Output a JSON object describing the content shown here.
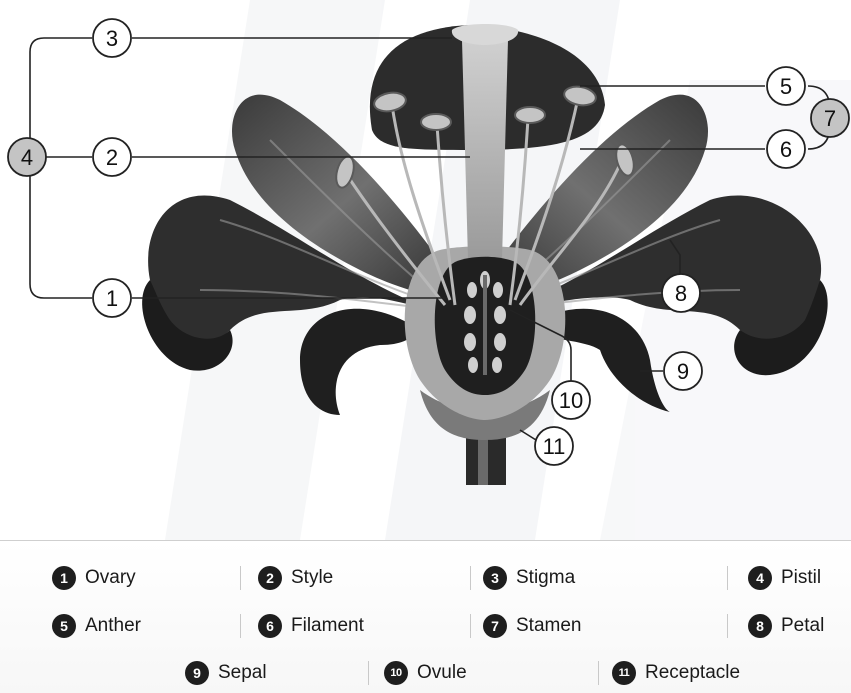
{
  "callouts": {
    "c1": "1",
    "c2": "2",
    "c3": "3",
    "c4": "4",
    "c5": "5",
    "c6": "6",
    "c7": "7",
    "c8": "8",
    "c9": "9",
    "c10": "10",
    "c11": "11"
  },
  "legend": [
    {
      "num": "1",
      "label": "Ovary"
    },
    {
      "num": "2",
      "label": "Style"
    },
    {
      "num": "3",
      "label": "Stigma"
    },
    {
      "num": "4",
      "label": "Pistil"
    },
    {
      "num": "5",
      "label": "Anther"
    },
    {
      "num": "6",
      "label": "Filament"
    },
    {
      "num": "7",
      "label": "Stamen"
    },
    {
      "num": "8",
      "label": "Petal"
    },
    {
      "num": "9",
      "label": "Sepal"
    },
    {
      "num": "10",
      "label": "Ovule"
    },
    {
      "num": "11",
      "label": "Receptacle"
    }
  ],
  "colors": {
    "petal_dark": "#2e2e2e",
    "petal_mid": "#5a5a5a",
    "petal_light": "#8e8e8e",
    "pistil": "#b5b5b5",
    "ovary_inner": "#1f1f1f",
    "anther": "#bcbcbc",
    "group_badge": "#c4c4c4"
  }
}
